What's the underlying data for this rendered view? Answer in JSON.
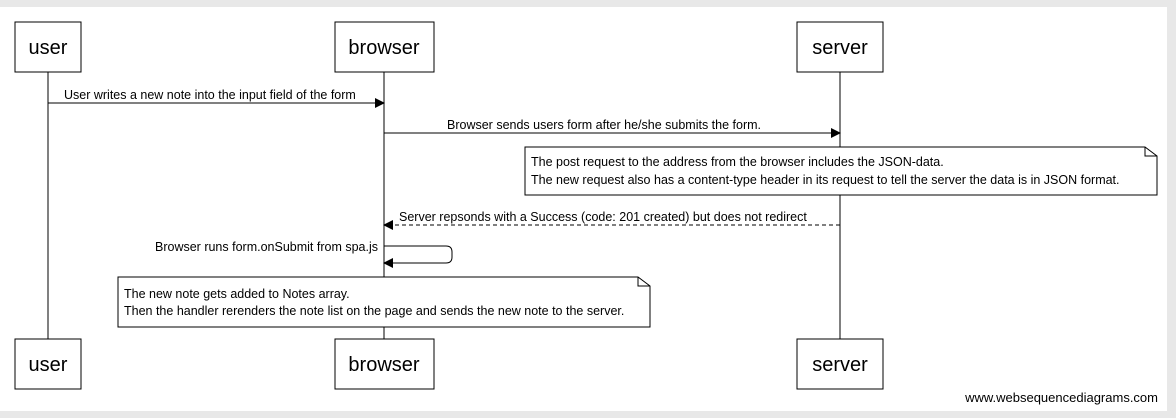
{
  "participants": {
    "user": "user",
    "browser": "browser",
    "server": "server"
  },
  "messages": {
    "m1": "User writes a new note into the input field of the form",
    "m2": "Browser sends users form after he/she submits the form.",
    "m3": "Server repsonds with a Success (code: 201 created) but does not redirect",
    "m4": "Browser runs form.onSubmit from spa.js"
  },
  "notes": {
    "note1": {
      "line1": "The post request to the address from the browser includes the JSON-data.",
      "line2": "The new request also has a content-type header in its request to tell the server the data is in JSON format."
    },
    "note2": {
      "line1": "The new note gets added to Notes array.",
      "line2": "Then the handler rerenders the note list on the page and sends the new note to the server."
    }
  },
  "watermark": "www.websequencediagrams.com"
}
